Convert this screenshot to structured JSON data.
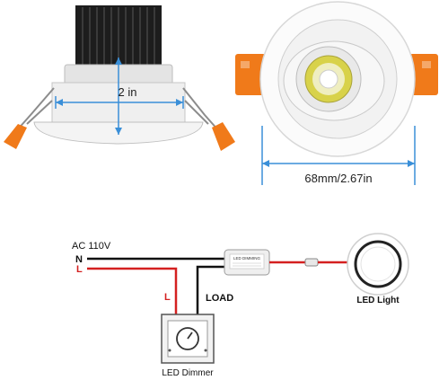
{
  "dimension_left": {
    "text": "2 in"
  },
  "dimension_right": {
    "text": "68mm/2.67in"
  },
  "wiring": {
    "source_label": "AC 110V",
    "neutral_label": "N",
    "live_label": "L",
    "dimmer_wire_label": "L",
    "load_label": "LOAD",
    "module_text": "LED DIMMING",
    "light_label": "LED Light",
    "dimmer_label": "LED Dimmer"
  },
  "colors": {
    "dimension_line": "#3a8fd8",
    "wire_neutral": "#111111",
    "wire_live": "#d42020",
    "clip_orange": "#f07a1a",
    "heatsink": "#1d1d1d",
    "lens_yellow": "#d8d24a"
  }
}
